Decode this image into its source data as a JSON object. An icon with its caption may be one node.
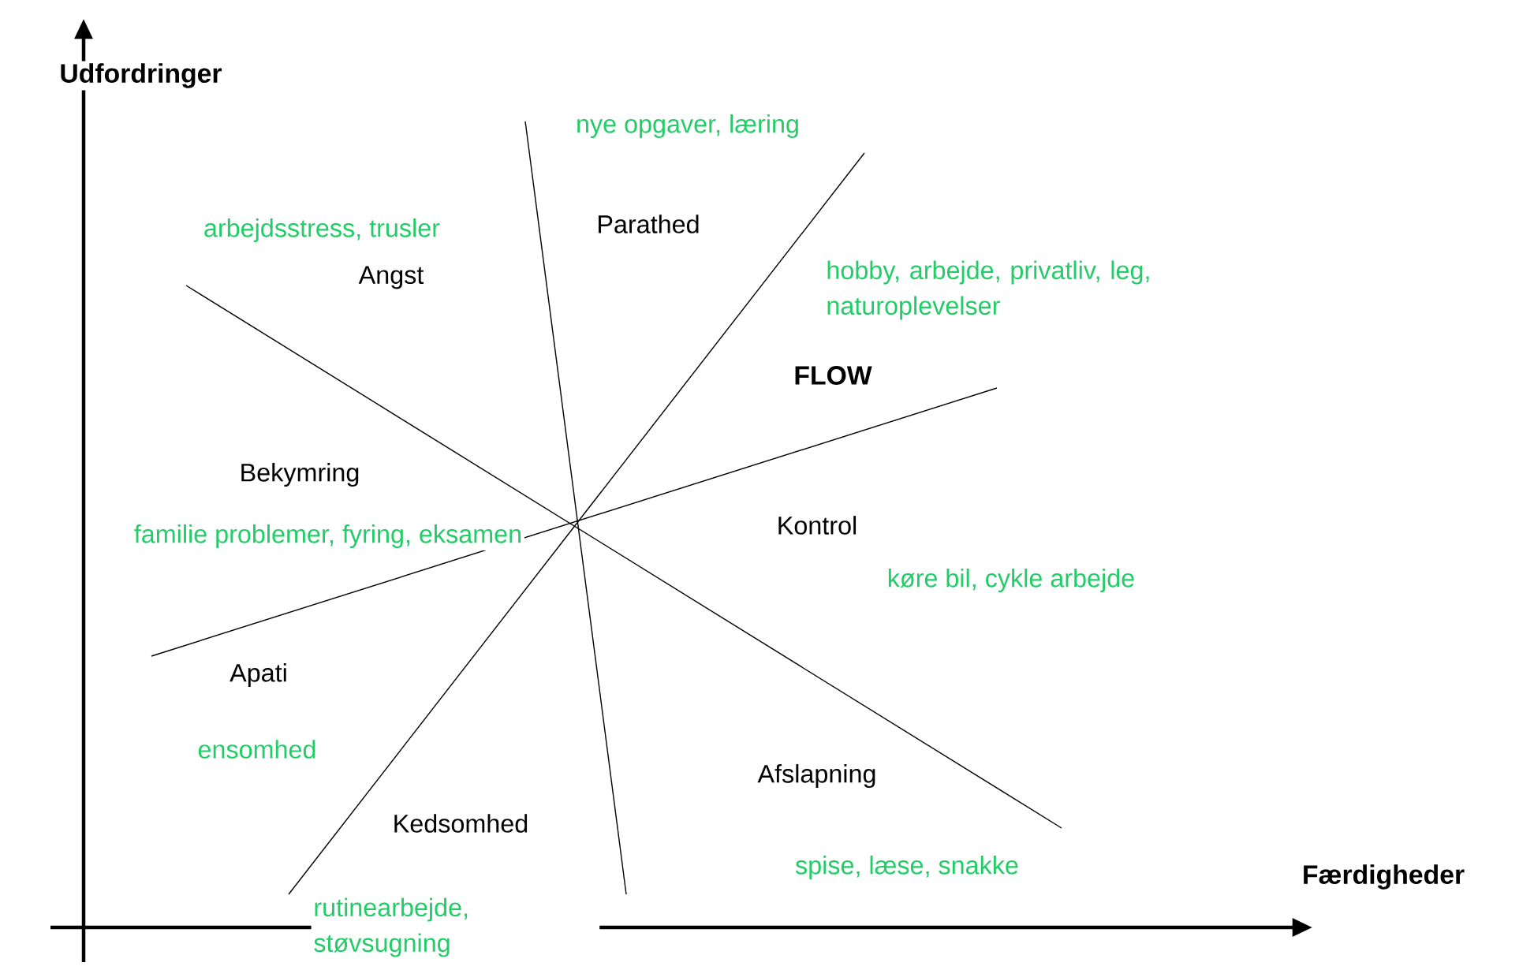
{
  "diagram": {
    "labels": [
      "Udfordringer",
      "nye opgaver, læring",
      "arbejdsstress, trusler",
      "Parathed",
      "Angst",
      "hobby, arbejde, privatliv, leg, naturoplevelser",
      "FLOW",
      "Bekymring",
      "familie problemer, fyring, eksamen",
      "Kontrol",
      "køre bil, cykle arbejde",
      "Apati",
      "ensomhed",
      "Afslapning",
      "Kedsomhed",
      "spise, læse, snakke",
      "Færdigheder",
      "rutinearbejde, støvsugning"
    ]
  }
}
